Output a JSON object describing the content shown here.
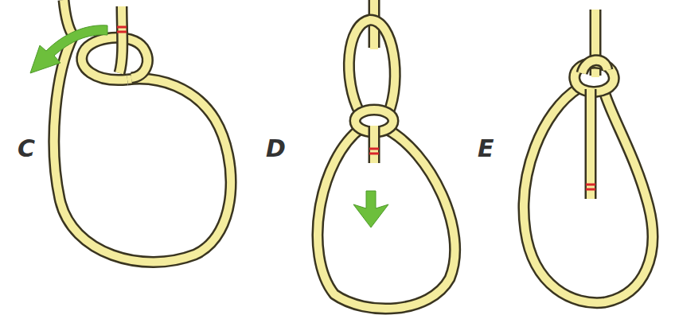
{
  "diagram": {
    "labels": [
      "C",
      "D",
      "E"
    ]
  }
}
